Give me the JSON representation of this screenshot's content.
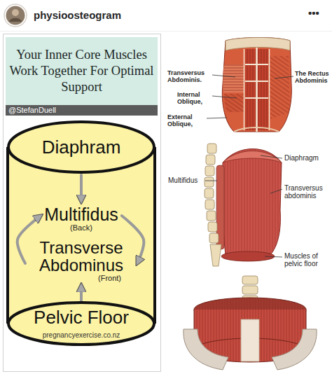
{
  "diagram": {
    "nodes": [
      {
        "text": [
          "Your Inner Core Muscles Work Together For Optimal Support"
        ]
      },
      {
        "text": [
          "@StefanDuell"
        ]
      },
      {
        "text": [
          "Diaphram"
        ]
      },
      {
        "text": [
          "Multifidus",
          "(Back)"
        ]
      },
      {
        "text": [
          "Transverse Abdominus",
          "(Front)"
        ]
      },
      {
        "text": [
          "Pelvic Floor"
        ]
      }
    ],
    "edges": [
      {
        "from": 2,
        "to": 3,
        "arrow": "to"
      },
      {
        "from": 3,
        "to": 4,
        "arrow": "to"
      },
      {
        "from": 4,
        "to": 3,
        "arrow": "to"
      },
      {
        "from": 5,
        "to": 4,
        "arrow": "to"
      }
    ],
    "labels": [
      "physioosteogram",
      "•••",
      "pregnancyexercise.co.nz",
      "Transversus Abdominis.",
      "Internal Oblique,",
      "External Oblique,",
      "The Rectus Abdominis",
      "Diaphragm",
      "Multifidus",
      "Transversus abdominis",
      "Muscles of pelvic floor"
    ]
  }
}
